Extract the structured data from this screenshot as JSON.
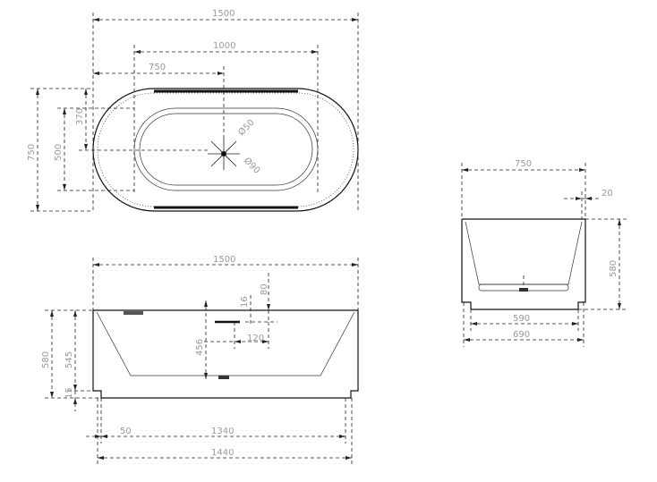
{
  "top_view": {
    "dim_overall_length": "1500",
    "dim_inner_length": "1000",
    "dim_half_length": "750",
    "dim_overall_width": "750",
    "dim_inner_width": "500",
    "dim_offset": "370",
    "dim_drain_small": "Ø50",
    "dim_drain_large": "Ø90"
  },
  "front_view": {
    "dim_top_length": "1500",
    "dim_height": "580",
    "dim_inner_height": "545",
    "dim_base": "15",
    "dim_drain_height": "456",
    "dim_overflow_a": "80",
    "dim_overflow_b": "16",
    "dim_overflow_c": "120",
    "dim_foot_offset": "50",
    "dim_inner_bottom": "1340",
    "dim_bottom_length": "1440"
  },
  "side_view": {
    "dim_top_width": "750",
    "dim_rim": "20",
    "dim_height": "580",
    "dim_inner_bottom": "590",
    "dim_bottom_width": "690"
  }
}
